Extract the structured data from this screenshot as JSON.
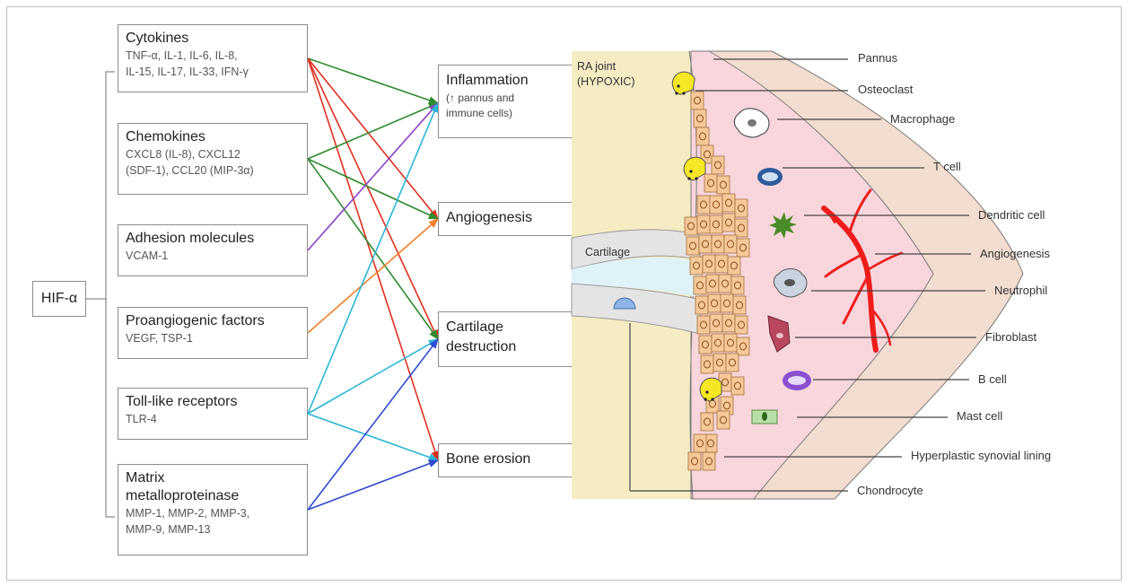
{
  "master": "HIF-α",
  "sources": [
    {
      "title": "Cytokines",
      "detail": [
        "TNF-α, IL-1, IL-6, IL-8,",
        "IL-15, IL-17, IL-33, IFN-γ"
      ]
    },
    {
      "title": "Chemokines",
      "detail": [
        "CXCL8 (IL-8), CXCL12",
        "(SDF-1), CCL20 (MIP-3α)"
      ]
    },
    {
      "title": "Adhesion molecules",
      "detail": [
        "VCAM-1"
      ]
    },
    {
      "title": "Proangiogenic factors",
      "detail": [
        "VEGF, TSP-1"
      ]
    },
    {
      "title": "Toll-like receptors",
      "detail": [
        "TLR-4"
      ]
    },
    {
      "title": "Matrix metalloproteinase",
      "detail": [
        "MMP-1, MMP-2, MMP-3,",
        "MMP-9, MMP-13"
      ]
    }
  ],
  "outcomes": [
    {
      "title": "Inflammation",
      "detail": [
        "(↑ pannus and",
        "immune cells)"
      ]
    },
    {
      "title": "Angiogenesis",
      "detail": []
    },
    {
      "title": "Cartilage destruction",
      "detail": []
    },
    {
      "title": "Bone erosion",
      "detail": []
    }
  ],
  "links": [
    {
      "from": 0,
      "to": 0,
      "color": "#2e8b2e"
    },
    {
      "from": 0,
      "to": 1,
      "color": "#e0301e"
    },
    {
      "from": 0,
      "to": 2,
      "color": "#e0301e"
    },
    {
      "from": 0,
      "to": 3,
      "color": "#e0301e"
    },
    {
      "from": 1,
      "to": 0,
      "color": "#2e8b2e"
    },
    {
      "from": 1,
      "to": 1,
      "color": "#2e8b2e"
    },
    {
      "from": 1,
      "to": 2,
      "color": "#2e8b2e"
    },
    {
      "from": 2,
      "to": 0,
      "color": "#8a3fc7"
    },
    {
      "from": 3,
      "to": 1,
      "color": "#f07f2c"
    },
    {
      "from": 4,
      "to": 0,
      "color": "#29b6d8"
    },
    {
      "from": 4,
      "to": 2,
      "color": "#29b6d8"
    },
    {
      "from": 4,
      "to": 3,
      "color": "#29b6d8"
    },
    {
      "from": 5,
      "to": 2,
      "color": "#2f4bd0"
    },
    {
      "from": 5,
      "to": 3,
      "color": "#2f4bd0"
    }
  ],
  "joint": {
    "region_label": [
      "RA joint",
      "(HYPOXIC)"
    ],
    "cartilage_label": "Cartilage",
    "labels": [
      "Pannus",
      "Osteoclast",
      "Macrophage",
      "T cell",
      "Dendritic cell",
      "Angiogenesis",
      "Neutrophil",
      "Fibroblast",
      "B cell",
      "Mast cell",
      "Hyperplastic synovial lining",
      "Chondrocyte"
    ]
  },
  "colors": {
    "box_border": "#8c8c8c",
    "joint_bg": "#f5ecc4",
    "pannus": "#f9d6dc",
    "capsule": "#f3ddd0",
    "lining_cell": "#f6c99a",
    "vessel": "#ee1c1c",
    "osteoclast": "#f5e626"
  }
}
